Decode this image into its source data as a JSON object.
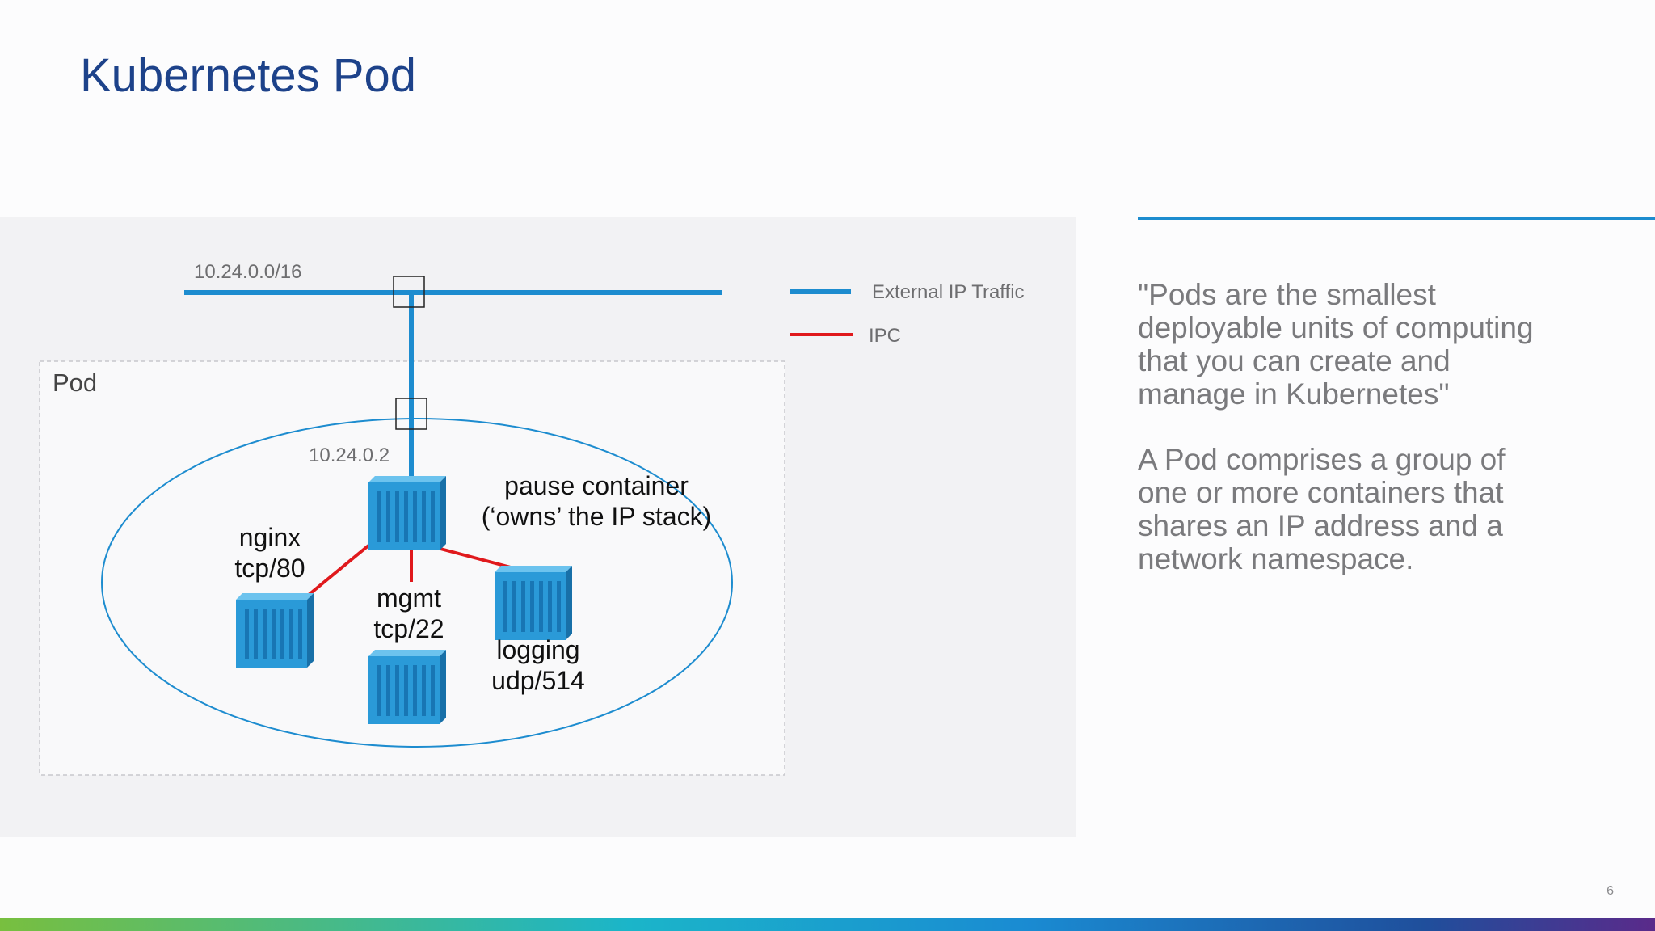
{
  "slide": {
    "title": "Kubernetes Pod",
    "page_number": "6"
  },
  "diagram": {
    "network_cidr": "10.24.0.0/16",
    "pod_label": "Pod",
    "pod_ip": "10.24.0.2",
    "pause_container": [
      "pause container",
      "(‘owns’ the IP stack)"
    ],
    "containers": {
      "nginx": [
        "nginx",
        "tcp/80"
      ],
      "mgmt": [
        "mgmt",
        "tcp/22"
      ],
      "logging": [
        "logging",
        "udp/514"
      ]
    },
    "legend": {
      "external": "External IP Traffic",
      "ipc": "IPC"
    },
    "colors": {
      "external": "#1d8ccf",
      "ipc": "#e0191c",
      "container": "#2a9ad8"
    }
  },
  "side_text": {
    "quote": "\"Pods are the smallest\ndeployable units of computing\nthat you can create and\nmanage in Kubernetes\"",
    "description": "A Pod comprises a group of\none or more containers that\nshares an IP address and a\nnetwork namespace."
  }
}
